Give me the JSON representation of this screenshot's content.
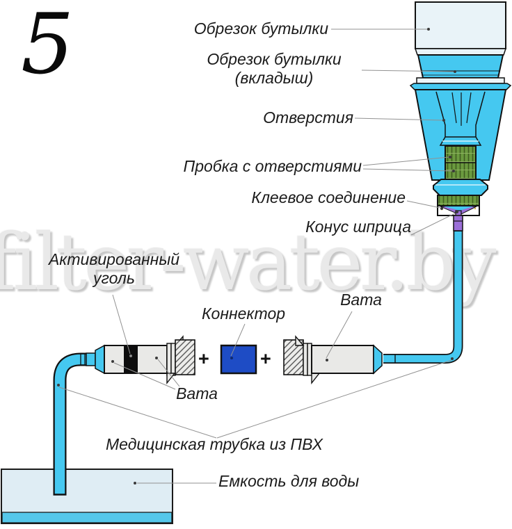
{
  "figure_number": "5",
  "watermark": "filter-water.by",
  "labels": {
    "bottle_cut": "Обрезок бутылки",
    "bottle_insert_line1": "Обрезок бутылки",
    "bottle_insert_line2": "(вкладыш)",
    "holes": "Отверстия",
    "cork_with_holes": "Пробка с отверстиями",
    "glue_joint": "Клеевое соединение",
    "syringe_cone": "Конус шприца",
    "activated_carbon_line1": "Активированный",
    "activated_carbon_line2": "уголь",
    "connector": "Коннектор",
    "cotton_right": "Вата",
    "cotton_left": "Вата",
    "pvc_tube": "Медицинская трубка из ПВХ",
    "water_container": "Емкость для воды",
    "plus": "+"
  },
  "colors": {
    "bottle_cyan": "#45c8f0",
    "pale_blue": "#e9f3f8",
    "container_fill": "#dfedf4",
    "water_band": "#55c7ea",
    "cork_green": "#6b9a3f",
    "cone_purple": "#9b6fd8",
    "connector_blue": "#1e4cc5",
    "syringe_gray": "#e9e9e7",
    "carbon_black": "#0d0d0d",
    "leader_gray": "#919191"
  }
}
